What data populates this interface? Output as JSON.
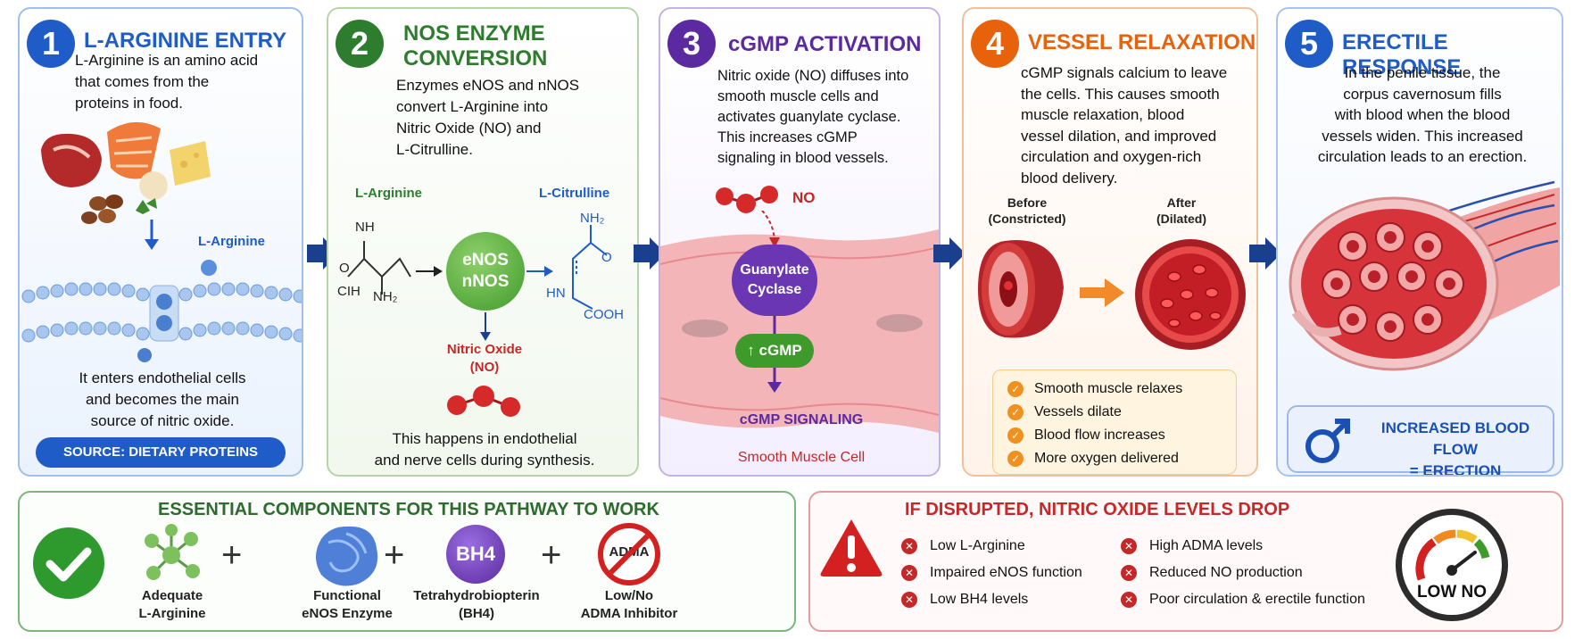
{
  "panels": [
    {
      "number": "1",
      "title": "L-ARGININE ENTRY",
      "intro": [
        "L-Arginine is an amino acid",
        "that comes from the",
        "proteins in food."
      ],
      "molecule_label": "L-Arginine",
      "outro": [
        "It enters endothelial cells",
        "and becomes the main",
        "source of nitric oxide."
      ],
      "badge": "SOURCE: DIETARY PROTEINS"
    },
    {
      "number": "2",
      "title": [
        "NOS ENZYME",
        "CONVERSION"
      ],
      "intro": [
        "Enzymes eNOS and nNOS",
        "convert L-Arginine into",
        "Nitric Oxide (NO) and",
        "L-Citrulline."
      ],
      "left_compound": "L-Arginine",
      "right_compound": "L-Citrulline",
      "enzyme": [
        "eNOS",
        "nNOS"
      ],
      "product": [
        "Nitric Oxide",
        "(NO)"
      ],
      "arg_atoms": {
        "nh": "NH",
        "o": "O",
        "cih": "CIH",
        "nh2": "NH₂"
      },
      "cit_atoms": {
        "nh2": "NH₂",
        "o": "O",
        "hn": "HN",
        "cooh": "COOH"
      },
      "outro": [
        "This happens in endothelial",
        "and nerve cells during synthesis."
      ]
    },
    {
      "number": "3",
      "title": "cGMP ACTIVATION",
      "intro": [
        "Nitric oxide (NO) diffuses into",
        "smooth muscle cells and",
        "activates guanylate cyclase.",
        "This increases cGMP",
        "signaling in blood vessels."
      ],
      "no_label": "NO",
      "cyclase": [
        "Guanylate",
        "Cyclase"
      ],
      "cgmp": "↑ cGMP",
      "signaling": "cGMP SIGNALING",
      "cell_label": "Smooth Muscle Cell"
    },
    {
      "number": "4",
      "title": "VESSEL RELAXATION",
      "intro": [
        "cGMP signals calcium to leave",
        "the cells. This causes smooth",
        "muscle relaxation, blood",
        "vessel dilation, and improved",
        "circulation and oxygen-rich",
        "blood delivery."
      ],
      "before": [
        "Before",
        "(Constricted)"
      ],
      "after": [
        "After",
        "(Dilated)"
      ],
      "checks": [
        "Smooth muscle relaxes",
        "Vessels dilate",
        "Blood flow increases",
        "More oxygen delivered"
      ]
    },
    {
      "number": "5",
      "title": "ERECTILE RESPONSE",
      "intro": [
        "In the penile tissue, the",
        "corpus cavernosum fills",
        "with blood when the blood",
        "vessels widen. This increased",
        "circulation leads to an erection."
      ],
      "flow": [
        "INCREASED BLOOD FLOW",
        "= ERECTION"
      ]
    }
  ],
  "components": {
    "title": "ESSENTIAL COMPONENTS FOR THIS PATHWAY TO WORK",
    "items": [
      {
        "label": [
          "Adequate",
          "L-Arginine"
        ]
      },
      {
        "label": [
          "Functional",
          "eNOS Enzyme"
        ]
      },
      {
        "label": [
          "Tetrahydrobiopterin",
          "(BH4)"
        ],
        "icon_text": "BH4"
      },
      {
        "label": [
          "Low/No",
          "ADMA Inhibitor"
        ],
        "icon_text": "ADMA"
      }
    ],
    "plus": "+"
  },
  "disrupted": {
    "title": "IF DISRUPTED, NITRIC OXIDE LEVELS DROP",
    "left": [
      "Low L-Arginine",
      "Impaired eNOS function",
      "Low BH4 levels"
    ],
    "right": [
      "High ADMA levels",
      "Reduced NO production",
      "Poor circulation & erectile function"
    ],
    "gauge_label": "LOW NO"
  },
  "colors": {
    "blue": "#1f5cc8",
    "green": "#2e7d2e",
    "purple": "#5b2aa0",
    "orange": "#e8620c",
    "red": "#c62828"
  }
}
